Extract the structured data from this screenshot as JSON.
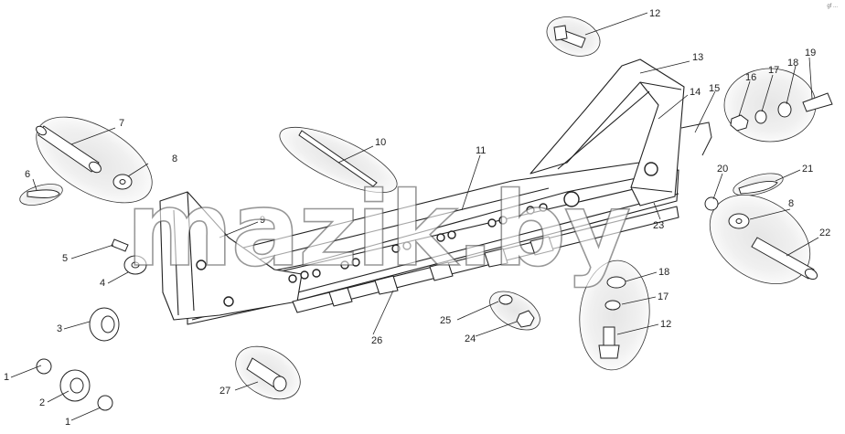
{
  "watermark": "mazik.by",
  "corner_caption": "gf ...",
  "callouts": {
    "c1a": "1",
    "c1b": "1",
    "c2": "2",
    "c3": "3",
    "c4": "4",
    "c5": "5",
    "c6": "6",
    "c7": "7",
    "c8a": "8",
    "c8b": "8",
    "c9": "9",
    "c10": "10",
    "c11": "11",
    "c12a": "12",
    "c12b": "12",
    "c13": "13",
    "c14": "14",
    "c15": "15",
    "c16": "16",
    "c17a": "17",
    "c17b": "17",
    "c18a": "18",
    "c18b": "18",
    "c19": "19",
    "c20": "20",
    "c21": "21",
    "c22": "22",
    "c23": "23",
    "c24": "24",
    "c25": "25",
    "c26": "26",
    "c27": "27"
  }
}
